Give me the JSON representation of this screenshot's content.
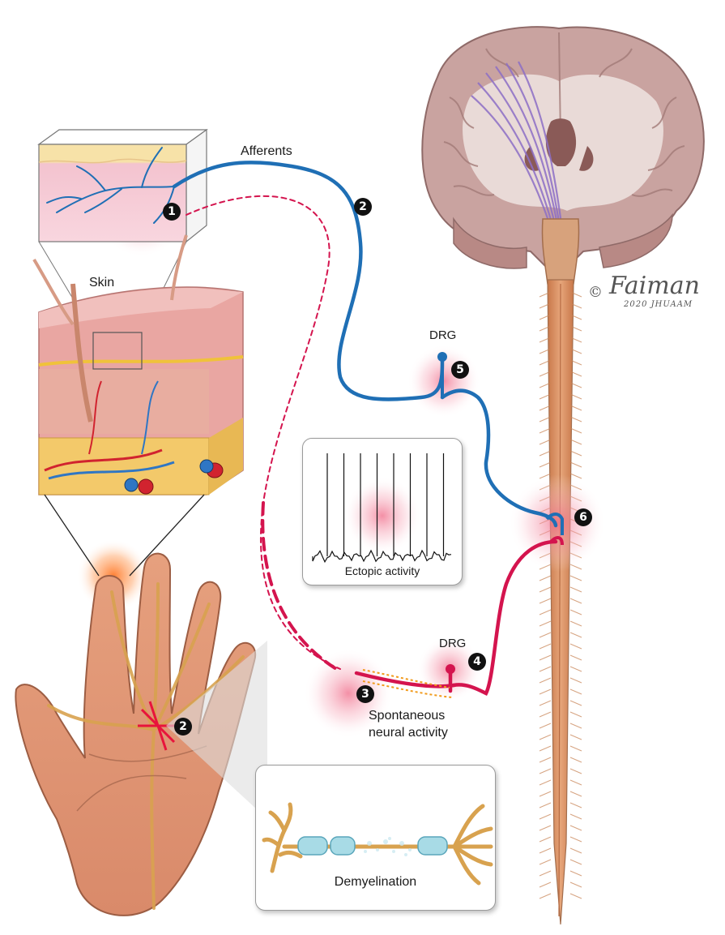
{
  "labels": {
    "afferents": "Afferents",
    "skin": "Skin",
    "drg_top": "DRG",
    "drg_bottom": "DRG",
    "spontaneous_line1": "Spontaneous",
    "spontaneous_line2": "neural activity",
    "ectopic": "Ectopic activity",
    "demyelination": "Demyelination"
  },
  "markers": {
    "m1": "1",
    "m2_path": "2",
    "m2_palm": "2",
    "m3": "3",
    "m4": "4",
    "m5": "5",
    "m6": "6"
  },
  "signature": {
    "copyright": "©",
    "name": "Faiman",
    "year": "2020 JHUAAM"
  },
  "colors": {
    "afferent_blue": "#1f6fb5",
    "nociceptor_red": "#d4144e",
    "spinal_cord": "#d9956a",
    "brain_tissue": "#c9a3a0",
    "skin_pink": "#f2b8c6",
    "activity_glow": "#f28aa0"
  }
}
